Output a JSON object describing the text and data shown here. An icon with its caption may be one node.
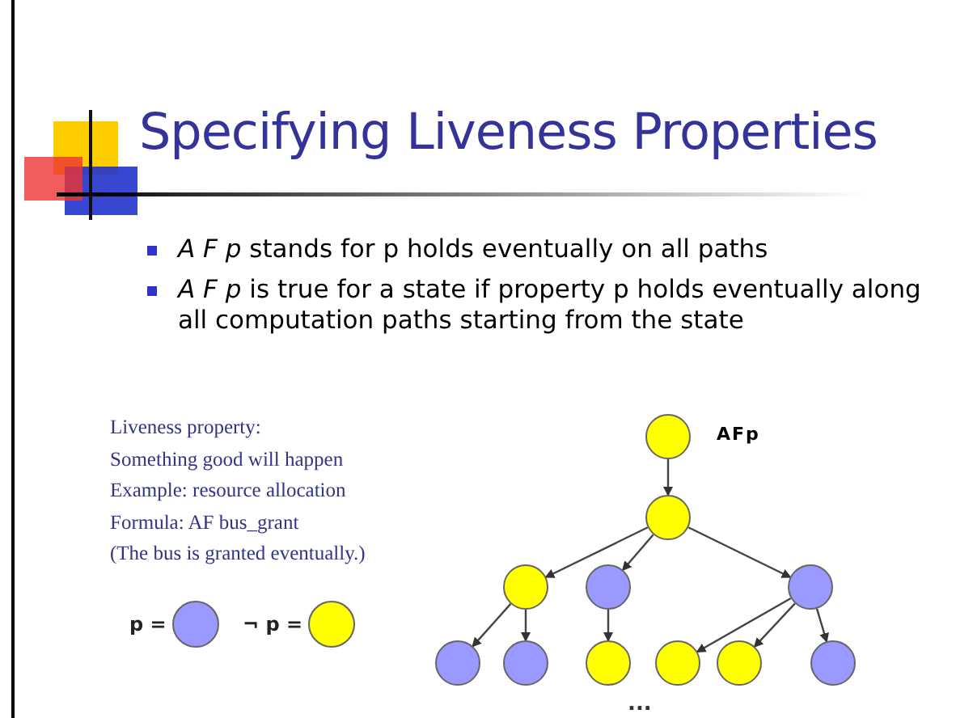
{
  "diagram": {
    "title": "Specifying Liveness Properties",
    "nodes": [
      {
        "text": [],
        "shape": "circle",
        "beside": [
          "AFp"
        ]
      },
      {
        "text": [],
        "shape": "circle"
      },
      {
        "text": [],
        "shape": "circle"
      },
      {
        "text": [],
        "shape": "circle"
      },
      {
        "text": [],
        "shape": "circle"
      },
      {
        "text": [],
        "shape": "circle"
      },
      {
        "text": [],
        "shape": "circle"
      },
      {
        "text": [],
        "shape": "circle"
      },
      {
        "text": [],
        "shape": "circle"
      },
      {
        "text": [],
        "shape": "circle"
      },
      {
        "text": [],
        "shape": "circle"
      }
    ],
    "edges": [
      {
        "from": 0,
        "to": 1,
        "arrow": "to"
      },
      {
        "from": 1,
        "to": 2,
        "arrow": "to"
      },
      {
        "from": 1,
        "to": 3,
        "arrow": "to"
      },
      {
        "from": 1,
        "to": 4,
        "arrow": "to"
      },
      {
        "from": 2,
        "to": 5,
        "arrow": "to"
      },
      {
        "from": 2,
        "to": 6,
        "arrow": "to"
      },
      {
        "from": 3,
        "to": 7,
        "arrow": "to"
      },
      {
        "from": 4,
        "to": 8,
        "arrow": "to"
      },
      {
        "from": 4,
        "to": 9,
        "arrow": "to"
      },
      {
        "from": 4,
        "to": 10,
        "arrow": "to"
      }
    ],
    "labels": [
      "*A F p* stands for p holds eventually on all paths",
      "*A F p* is true for a state if property p holds eventually along all computation paths starting from the state",
      "Liveness property:",
      "Something good will happen",
      "Example: resource allocation",
      "Formula: AF bus_grant",
      "(The bus is granted eventually.)",
      "..."
    ],
    "legend": [
      {
        "text": "p =",
        "color": "#9999ff"
      },
      {
        "text": "¬ p =",
        "color": "#ffff00"
      }
    ]
  }
}
